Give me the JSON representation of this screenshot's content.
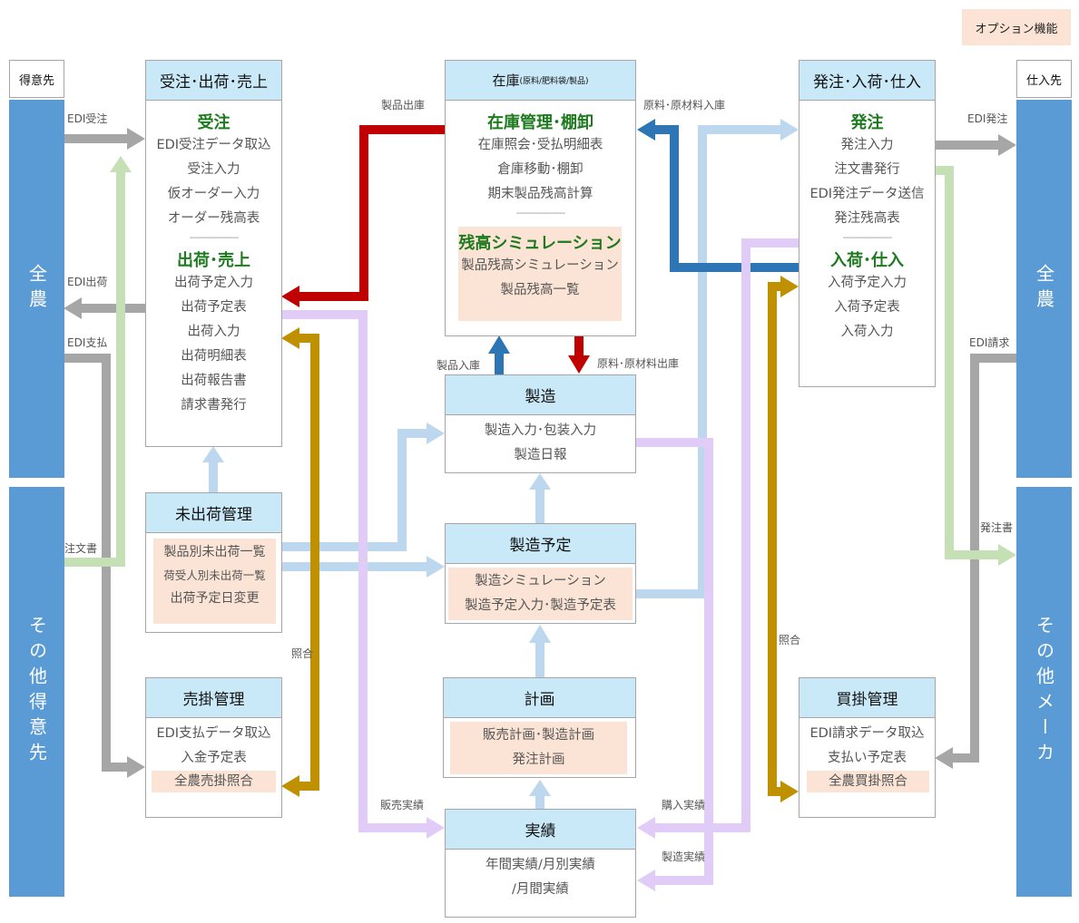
{
  "option_label": "オプション機能",
  "left_header": "得意先",
  "right_header": "仕入先",
  "left_bar_top": "全農",
  "left_bar_bottom": "その他得意先",
  "right_bar_top": "全農",
  "right_bar_bottom": "その他メーカ",
  "sales": {
    "title": "受注･出荷･売上",
    "section1": "受注",
    "items1": [
      "EDI受注データ取込",
      "受注入力",
      "仮オーダー入力",
      "オーダー残高表"
    ],
    "divider": "------------------",
    "section2": "出荷･売上",
    "items2": [
      "出荷予定入力",
      "出荷予定表",
      "出荷入力",
      "出荷明細表",
      "出荷報告書",
      "請求書発行"
    ]
  },
  "inventory": {
    "title": "在庫",
    "title_sub": "(原料/肥料袋/製品)",
    "section1": "在庫管理･棚卸",
    "items1": [
      "在庫照会･受払明細表",
      "倉庫移動･棚卸",
      "期末製品残高計算"
    ],
    "divider": "------------------",
    "section2": "残高シミュレーション",
    "items2": [
      "製品残高シミュレーション",
      "製品残高一覧"
    ]
  },
  "purchase": {
    "title": "発注･入荷･仕入",
    "section1": "発注",
    "items1": [
      "発注入力",
      "注文書発行",
      "EDI発注データ送信",
      "発注残高表"
    ],
    "divider": "------------------",
    "section2": "入荷･仕入",
    "items2": [
      "入荷予定入力",
      "入荷予定表",
      "入荷入力"
    ]
  },
  "manufacturing": {
    "title": "製造",
    "items": [
      "製造入力･包装入力",
      "製造日報"
    ]
  },
  "unshipped": {
    "title": "未出荷管理",
    "items": [
      "製品別未出荷一覧",
      "荷受人別未出荷一覧",
      "出荷予定日変更"
    ]
  },
  "mfg_plan": {
    "title": "製造予定",
    "items": [
      "製造シミュレーション",
      "製造予定入力･製造予定表"
    ]
  },
  "receivable": {
    "title": "売掛管理",
    "items": [
      "EDI支払データ取込",
      "入金予定表"
    ],
    "option": "全農売掛照合"
  },
  "plan": {
    "title": "計画",
    "items": [
      "販売計画･製造計画",
      "発注計画"
    ]
  },
  "payable": {
    "title": "買掛管理",
    "items": [
      "EDI請求データ取込",
      "支払い予定表"
    ],
    "option": "全農買掛照合"
  },
  "results": {
    "title": "実績",
    "items": [
      "年間実績/月別実績",
      "/月間実績"
    ]
  },
  "labels": {
    "edi_order": "EDI受注",
    "edi_ship": "EDI出荷",
    "edi_pay": "EDI支払",
    "order_doc_left": "注文書",
    "product_out": "製品出庫",
    "material_in": "原料･原材料入庫",
    "product_in": "製品入庫",
    "material_out": "原料･原材料出庫",
    "edi_po": "EDI発注",
    "edi_invoice": "EDI請求",
    "order_doc_right": "発注書",
    "match_left": "照合",
    "match_right": "照合",
    "sales_results": "販売実績",
    "purchase_results": "購入実績",
    "mfg_results": "製造実績"
  },
  "colors": {
    "gray": "#a6a6a6",
    "green": "#c5e0b4",
    "lightblue": "#bdd7ee",
    "darkblue": "#2e75b6",
    "red": "#c00000",
    "gold": "#bf9000",
    "lavender": "#e0ccf7",
    "bar": "#5b9bd5",
    "header": "#c9e9f9",
    "option": "#fbe4d5"
  }
}
